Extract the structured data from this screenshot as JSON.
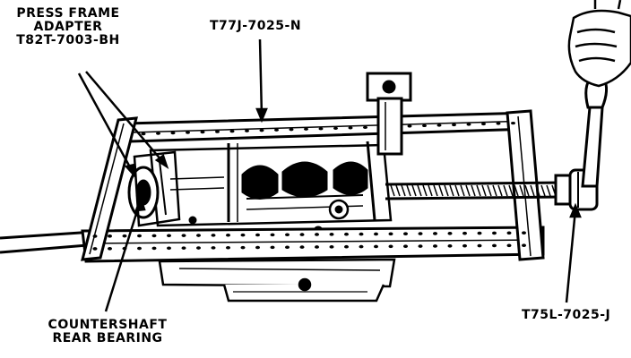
{
  "callouts": {
    "press_frame_adapter": {
      "line1": "PRESS FRAME",
      "line2": "ADAPTER",
      "line3": "T82T-7003-BH"
    },
    "press_frame": "T77J-7025-N",
    "countershaft_rear_bearing": {
      "line1": "COUNTERSHAFT",
      "line2": "REAR BEARING"
    },
    "forcing_screw": "T75L-7025-J"
  },
  "colors": {
    "ink": "#000000",
    "paper": "#ffffff",
    "shade": "#9a9a9a"
  }
}
